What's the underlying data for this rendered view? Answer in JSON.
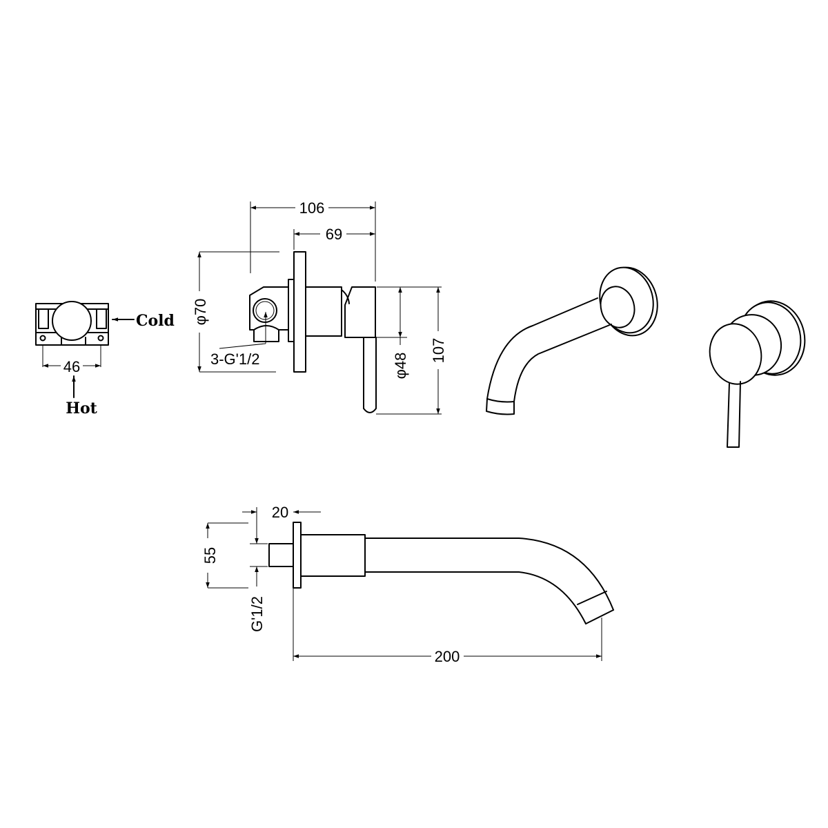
{
  "connection_view": {
    "labels": {
      "cold": "Cold",
      "hot": "Hot"
    },
    "dimensions": {
      "center_distance": "46"
    }
  },
  "mixer_side_view": {
    "dimensions": {
      "total_depth": "106",
      "projection": "69",
      "plate_diameter": "φ70",
      "inlet_thread": "3-G'1/2",
      "handle_diameter": "φ48",
      "total_height": "107"
    }
  },
  "spout_side_view": {
    "dimensions": {
      "inlet_length": "20",
      "plate_height": "55",
      "inlet_thread": "G'1/2",
      "spout_reach": "200"
    }
  },
  "colors": {
    "line": "#000000",
    "background": "#ffffff"
  }
}
